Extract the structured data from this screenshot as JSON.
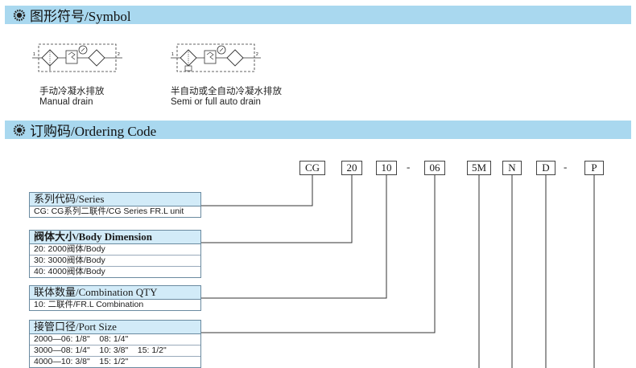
{
  "sections": {
    "symbol_title": "图形符号/Symbol",
    "ordering_title": "订购码/Ordering Code"
  },
  "symbols": [
    {
      "cn": "手动冷凝水排放",
      "en": "Manual drain"
    },
    {
      "cn": "半自动或全自动冷凝水排放",
      "en": "Semi or full auto drain"
    }
  ],
  "code_parts": [
    "CG",
    "20",
    "10",
    "06",
    "5M",
    "N",
    "D",
    "P"
  ],
  "dashes": [
    "-",
    "-"
  ],
  "boxes": {
    "series": {
      "title": "系列代码/Series",
      "rows": [
        "CG: CG系列二联件/CG Series FR.L unit"
      ]
    },
    "body": {
      "title": "阀体大小/Body Dimension",
      "rows": [
        "20: 2000阀体/Body",
        "30: 3000阀体/Body",
        "40: 4000阀体/Body"
      ]
    },
    "combo": {
      "title": "联体数量/Combination QTY",
      "rows": [
        "10: 二联件/FR.L Combination"
      ]
    },
    "port": {
      "title": "接管口径/Port Size",
      "rows": [
        "2000—06: 1/8\"    08: 1/4\"",
        "3000—08: 1/4\"    10: 3/8\"    15: 1/2\"",
        "4000—10: 3/8\"    15: 1/2\""
      ]
    }
  },
  "colors": {
    "bar": "#a9d8ef",
    "box_header": "#d2ebf8"
  }
}
